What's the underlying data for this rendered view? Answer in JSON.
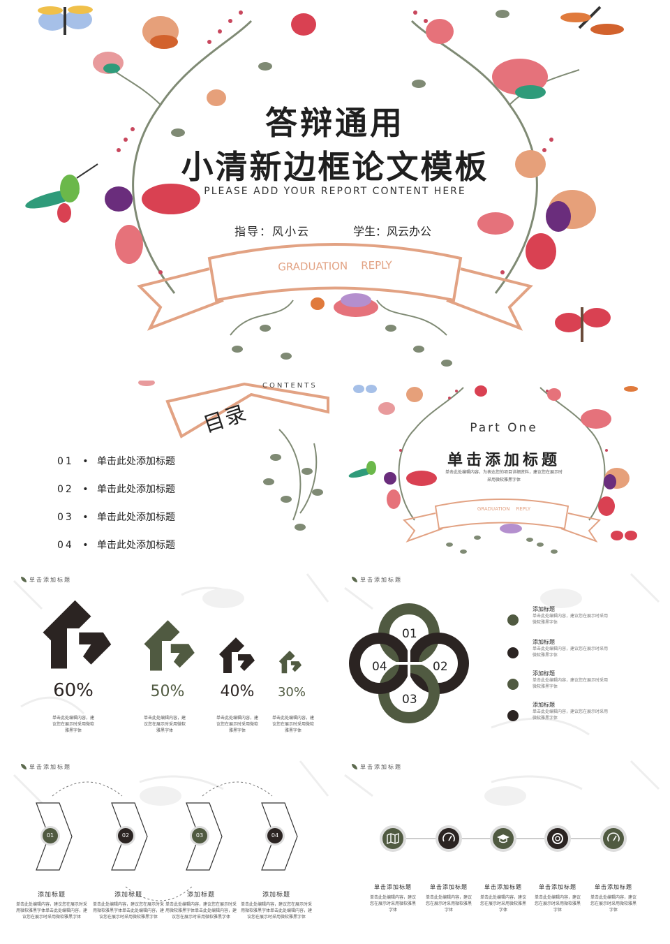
{
  "cover": {
    "title1": "答辩通用",
    "title2": "小清新边框论文模板",
    "subtitle": "PLEASE ADD YOUR REPORT CONTENT HERE",
    "advisor": "指导：风小云",
    "student": "学生：风云办公",
    "ribbon": "GRADUATION    REPLY"
  },
  "toc": {
    "title": "目录",
    "label": "CONTENTS",
    "items": [
      {
        "num": "01",
        "text": "单击此处添加标题"
      },
      {
        "num": "02",
        "text": "单击此处添加标题"
      },
      {
        "num": "03",
        "text": "单击此处添加标题"
      },
      {
        "num": "04",
        "text": "单击此处添加标题"
      }
    ]
  },
  "part": {
    "label": "Part One",
    "title": "单击添加标题",
    "desc1": "单击此处编辑内容，为表达您的项目详细资料，建议您在展示时",
    "desc2": "采用微软雅黑字体",
    "ribbon": "GRADUATION    REPLY"
  },
  "s3": {
    "header": "单击添加标题",
    "items": [
      {
        "pct": "60%",
        "d1": "单击此处编辑内容，建",
        "d2": "议您在展示时采用微软",
        "d3": "雅黑字体"
      },
      {
        "pct": "50%",
        "d1": "单击此处编辑内容，建",
        "d2": "议您在展示时采用微软",
        "d3": "雅黑字体"
      },
      {
        "pct": "40%",
        "d1": "单击此处编辑内容，建",
        "d2": "议您在展示时采用微软",
        "d3": "雅黑字体"
      },
      {
        "pct": "30%",
        "d1": "单击此处编辑内容，建",
        "d2": "议您在展示时采用微软",
        "d3": "雅黑字体"
      }
    ]
  },
  "s4": {
    "header": "单击添加标题",
    "rings": [
      "01",
      "02",
      "03",
      "04"
    ],
    "items": [
      {
        "title": "添加标题",
        "d1": "单击此处编辑内容，建议您在展示时采用",
        "d2": "微软雅黑字体"
      },
      {
        "title": "添加标题",
        "d1": "单击此处编辑内容，建议您在展示时采用",
        "d2": "微软雅黑字体"
      },
      {
        "title": "添加标题",
        "d1": "单击此处编辑内容，建议您在展示时采用",
        "d2": "微软雅黑字体"
      },
      {
        "title": "添加标题",
        "d1": "单击此处编辑内容，建议您在展示时采用",
        "d2": "微软雅黑字体"
      }
    ]
  },
  "s5": {
    "header": "单击添加标题",
    "items": [
      {
        "num": "01",
        "title": "添加标题",
        "d1": "单击此处编辑内容，建议您在展示时采",
        "d2": "用微软雅黑字体单击此处编辑内容，建",
        "d3": "议您在展示时采用微软雅黑字体"
      },
      {
        "num": "02",
        "title": "添加标题",
        "d1": "单击此处编辑内容，建议您在展示时采",
        "d2": "用微软雅黑字体单击此处编辑内容，建",
        "d3": "议您在展示时采用微软雅黑字体"
      },
      {
        "num": "03",
        "title": "添加标题",
        "d1": "单击此处编辑内容，建议您在展示时采",
        "d2": "用微软雅黑字体单击此处编辑内容，建",
        "d3": "议您在展示时采用微软雅黑字体"
      },
      {
        "num": "04",
        "title": "添加标题",
        "d1": "单击此处编辑内容，建议您在展示时采",
        "d2": "用微软雅黑字体单击此处编辑内容，建",
        "d3": "议您在展示时采用微软雅黑字体"
      }
    ]
  },
  "s6": {
    "header": "单击添加标题",
    "items": [
      {
        "icon": "map-icon",
        "title": "单击添加标题",
        "d1": "单击此处编辑内容，建议",
        "d2": "您在展示时采用微软雅黑",
        "d3": "字体"
      },
      {
        "icon": "gauge-icon",
        "title": "单击添加标题",
        "d1": "单击此处编辑内容，建议",
        "d2": "您在展示时采用微软雅黑",
        "d3": "字体"
      },
      {
        "icon": "graduation-cap-icon",
        "title": "单击添加标题",
        "d1": "单击此处编辑内容，建议",
        "d2": "您在展示时采用微软雅黑",
        "d3": "字体"
      },
      {
        "icon": "lifebuoy-icon",
        "title": "单击添加标题",
        "d1": "单击此处编辑内容，建议",
        "d2": "您在展示时采用微软雅黑",
        "d3": "字体"
      },
      {
        "icon": "gauge-icon",
        "title": "单击添加标题",
        "d1": "单击此处编辑内容，建议",
        "d2": "您在展示时采用微软雅黑",
        "d3": "字体"
      }
    ]
  },
  "colors": {
    "dark": "#2b2422",
    "olive": "#505a41",
    "pink": "#d9616b",
    "peach": "#e6a07a",
    "ribbon": "#e2a283"
  }
}
